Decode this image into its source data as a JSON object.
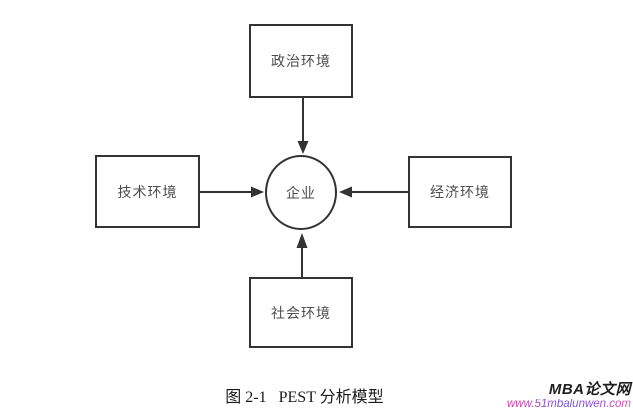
{
  "figure": {
    "caption": "图 2-1   PEST 分析模型"
  },
  "diagram": {
    "center_node": {
      "id": "enterprise",
      "label": "企业"
    },
    "nodes": [
      {
        "id": "political",
        "label": "政治环境",
        "position": "top"
      },
      {
        "id": "technological",
        "label": "技术环境",
        "position": "left"
      },
      {
        "id": "economic",
        "label": "经济环境",
        "position": "right"
      },
      {
        "id": "social",
        "label": "社会环境",
        "position": "bottom"
      }
    ],
    "arrows": [
      {
        "from": "political",
        "to": "enterprise",
        "direction": "down"
      },
      {
        "from": "technological",
        "to": "enterprise",
        "direction": "right"
      },
      {
        "from": "economic",
        "to": "enterprise",
        "direction": "left"
      },
      {
        "from": "social",
        "to": "enterprise",
        "direction": "up"
      }
    ]
  },
  "watermark": {
    "site_name": "MBA论文网",
    "site_url": "www.51mbalunwen.com"
  },
  "colors": {
    "background": "#ffffff",
    "line": "#333333",
    "node_text": "#4d4d4d",
    "caption_text": "#1a1a1a",
    "watermark_name": "#1f1f1f",
    "url_gradient_start": "#e6389f",
    "url_gradient_mid": "#6f52e0",
    "url_gradient_end": "#ec4fae"
  }
}
